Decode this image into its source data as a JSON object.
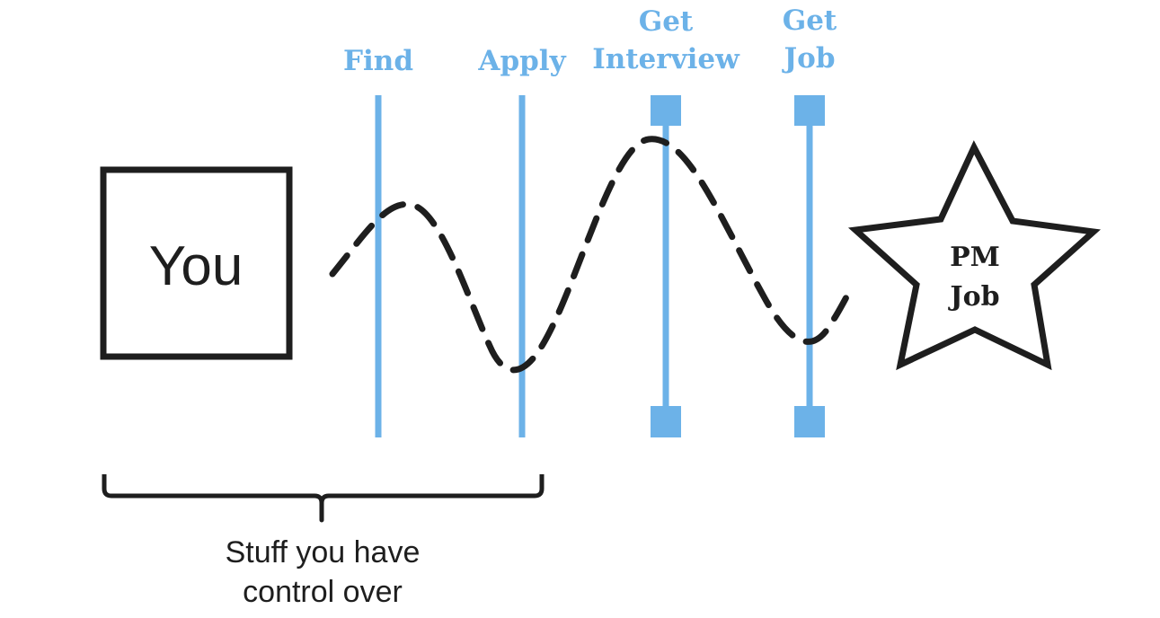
{
  "diagram": {
    "you_label": "You",
    "goal_label_line1": "PM",
    "goal_label_line2": "Job",
    "control_note_line1": "Stuff you have",
    "control_note_line2": "control over",
    "stages": [
      {
        "line1": "Find"
      },
      {
        "line1": "Apply"
      },
      {
        "line1": "Get",
        "line2": "Interview"
      },
      {
        "line1": "Get",
        "line2": "Job"
      }
    ]
  },
  "colors": {
    "accent": "#6cb2e8",
    "ink": "#1e1e1e",
    "background": "#ffffff"
  }
}
